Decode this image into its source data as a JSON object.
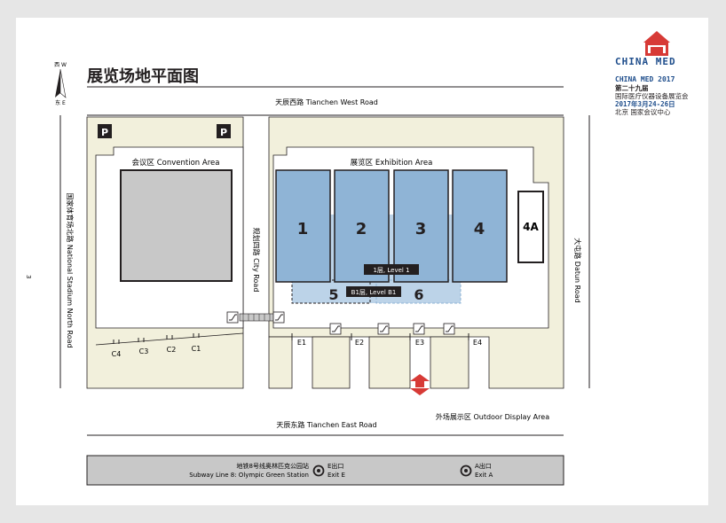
{
  "compass": {
    "top": "西 W",
    "bottom": "东 E"
  },
  "page_number": "3",
  "title": "展览场地平面图",
  "brand": {
    "logo_text": "CHINA MED",
    "event": "CHINA MED 2017",
    "line1": "第二十九届",
    "line2": "国际医疗仪器设备展览会",
    "date": "2017年3月24-26日",
    "venue": "北京 国家会议中心"
  },
  "roads": {
    "west": "天辰西路  Tianchen West Road",
    "east": "天辰东路  Tianchen East Road",
    "north": "国家体育场北路  National Stadium North Road",
    "city": "规划四路  City Road",
    "south": "大屯路  Datun Road"
  },
  "areas": {
    "convention": "会议区  Convention Area",
    "exhibition": "展览区  Exhibition Area",
    "outdoor": "外场展示区 Outdoor Display Area"
  },
  "halls": [
    {
      "label": "1"
    },
    {
      "label": "2"
    },
    {
      "label": "3"
    },
    {
      "label": "4"
    },
    {
      "label": "4A"
    }
  ],
  "b1_halls": [
    {
      "label": "5"
    },
    {
      "label": "6"
    }
  ],
  "level_labels": {
    "level1": "1层, Level 1",
    "b1": "B1层, Level B1"
  },
  "parking": {
    "symbol": "P"
  },
  "entrances": {
    "c": [
      "C4",
      "C3",
      "C2",
      "C1"
    ],
    "e": [
      "E1",
      "E2",
      "E3",
      "E4"
    ]
  },
  "subway": {
    "station_cn": "地铁8号线奥林匹克公园站",
    "station_en": "Subway Line 8: Olympic Green Station",
    "exit_e_cn": "E出口",
    "exit_e_en": "Exit E",
    "exit_a_cn": "A出口",
    "exit_a_en": "Exit A"
  },
  "colors": {
    "hall_blue": "#8fb4d6",
    "ground": "#f2f0dc",
    "accent_red": "#d73a36",
    "dark": "#231f20"
  }
}
